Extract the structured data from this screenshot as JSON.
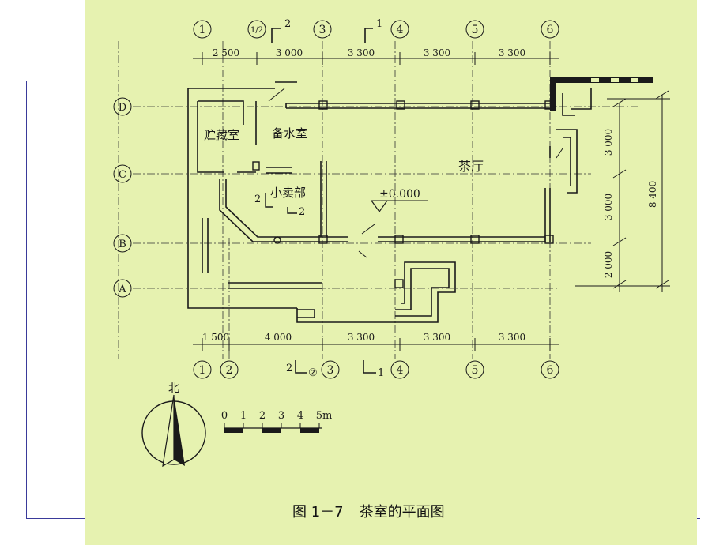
{
  "figure": {
    "number": "图 1－7",
    "title": "茶室的平面图"
  },
  "axes": {
    "columns_top": [
      "1",
      "1/2",
      "3",
      "4",
      "5",
      "6"
    ],
    "columns_bottom": [
      "1",
      "2",
      "3",
      "4",
      "5",
      "6"
    ],
    "rows": [
      "D",
      "C",
      "B",
      "A"
    ]
  },
  "dimensions": {
    "top": [
      "2 500",
      "3 000",
      "3 300",
      "3 300",
      "3 300"
    ],
    "bottom": [
      "1 500",
      "4 000",
      "3 300",
      "3 300",
      "3 300"
    ],
    "right": [
      "3 000",
      "3 000",
      "2 000"
    ],
    "right_total": "8 400"
  },
  "rooms": {
    "storage": "贮藏室",
    "water_prep": "备水室",
    "shop": "小卖部",
    "hall": "茶厅",
    "elevation": "±0.000"
  },
  "section_marks": {
    "top_left_num": "2",
    "top_right_num": "1",
    "shop_left_num": "2",
    "shop_right_num": "2",
    "bottom_left_num": "2",
    "bottom_circle": "②",
    "bottom_right_num": "1"
  },
  "north": {
    "label": "北"
  },
  "scale_bar": {
    "ticks": [
      "0",
      "1",
      "2",
      "3",
      "4",
      "5m"
    ]
  },
  "colors": {
    "plate_bg": "#e6f2b0",
    "ink": "#1a1a1a",
    "frame": "#3a3a9a"
  }
}
